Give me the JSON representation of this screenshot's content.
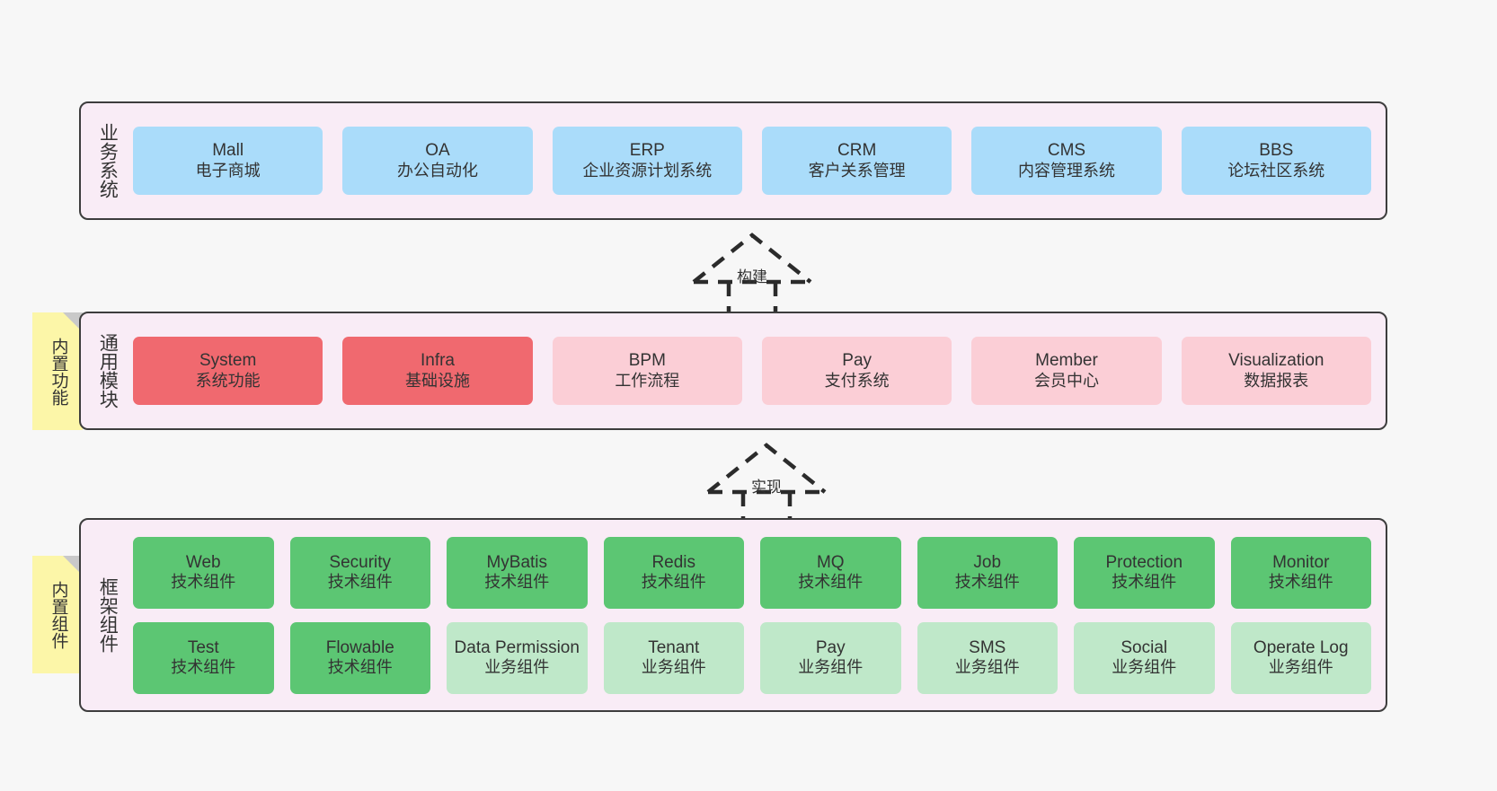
{
  "diagram": {
    "background_color": "#f7f7f7",
    "layer_bg_color": "#f9ecf6",
    "layer_border_color": "#3d3d3d",
    "sticky_color": "#fcf6a8",
    "blue_color": "#aadcfa",
    "red_color": "#f0696f",
    "pink_color": "#fbced6",
    "green_color": "#5cc673",
    "light_green_color": "#bfe8c9"
  },
  "sticky_notes": [
    {
      "label": "内置功能"
    },
    {
      "label": "内置组件"
    }
  ],
  "arrows": [
    {
      "label": "构建"
    },
    {
      "label": "实现"
    }
  ],
  "layers": [
    {
      "title": "业务系统",
      "rows": [
        {
          "cards": [
            {
              "en": "Mall",
              "cn": "电子商城",
              "color": "#aadcfa"
            },
            {
              "en": "OA",
              "cn": "办公自动化",
              "color": "#aadcfa"
            },
            {
              "en": "ERP",
              "cn": "企业资源计划系统",
              "color": "#aadcfa"
            },
            {
              "en": "CRM",
              "cn": "客户关系管理",
              "color": "#aadcfa"
            },
            {
              "en": "CMS",
              "cn": "内容管理系统",
              "color": "#aadcfa"
            },
            {
              "en": "BBS",
              "cn": "论坛社区系统",
              "color": "#aadcfa"
            }
          ]
        }
      ]
    },
    {
      "title": "通用模块",
      "rows": [
        {
          "cards": [
            {
              "en": "System",
              "cn": "系统功能",
              "color": "#f0696f"
            },
            {
              "en": "Infra",
              "cn": "基础设施",
              "color": "#f0696f"
            },
            {
              "en": "BPM",
              "cn": "工作流程",
              "color": "#fbced6"
            },
            {
              "en": "Pay",
              "cn": "支付系统",
              "color": "#fbced6"
            },
            {
              "en": "Member",
              "cn": "会员中心",
              "color": "#fbced6"
            },
            {
              "en": "Visualization",
              "cn": "数据报表",
              "color": "#fbced6"
            }
          ]
        }
      ]
    },
    {
      "title": "框架组件",
      "rows": [
        {
          "cards": [
            {
              "en": "Web",
              "cn": "技术组件",
              "color": "#5cc673"
            },
            {
              "en": "Security",
              "cn": "技术组件",
              "color": "#5cc673"
            },
            {
              "en": "MyBatis",
              "cn": "技术组件",
              "color": "#5cc673"
            },
            {
              "en": "Redis",
              "cn": "技术组件",
              "color": "#5cc673"
            },
            {
              "en": "MQ",
              "cn": "技术组件",
              "color": "#5cc673"
            },
            {
              "en": "Job",
              "cn": "技术组件",
              "color": "#5cc673"
            },
            {
              "en": "Protection",
              "cn": "技术组件",
              "color": "#5cc673"
            },
            {
              "en": "Monitor",
              "cn": "技术组件",
              "color": "#5cc673"
            }
          ]
        },
        {
          "cards": [
            {
              "en": "Test",
              "cn": "技术组件",
              "color": "#5cc673"
            },
            {
              "en": "Flowable",
              "cn": "技术组件",
              "color": "#5cc673"
            },
            {
              "en": "Data Permission",
              "cn": "业务组件",
              "color": "#bfe8c9"
            },
            {
              "en": "Tenant",
              "cn": "业务组件",
              "color": "#bfe8c9"
            },
            {
              "en": "Pay",
              "cn": "业务组件",
              "color": "#bfe8c9"
            },
            {
              "en": "SMS",
              "cn": "业务组件",
              "color": "#bfe8c9"
            },
            {
              "en": "Social",
              "cn": "业务组件",
              "color": "#bfe8c9"
            },
            {
              "en": "Operate Log",
              "cn": "业务组件",
              "color": "#bfe8c9"
            }
          ]
        }
      ]
    }
  ]
}
